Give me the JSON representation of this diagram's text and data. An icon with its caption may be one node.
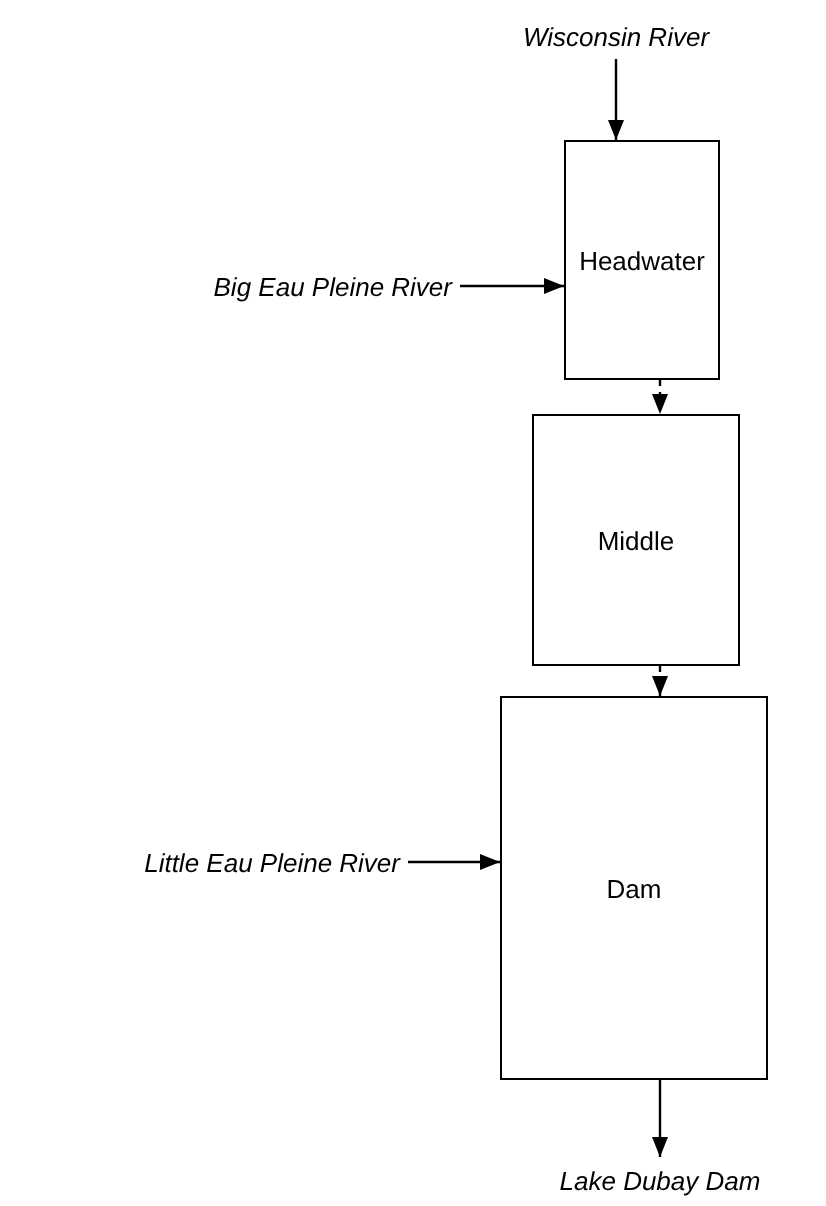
{
  "diagram": {
    "nodes": [
      {
        "text": [
          "Wisconsin River"
        ]
      },
      {
        "text": [
          "Headwater"
        ]
      },
      {
        "text": [
          "Big Eau Pleine River"
        ]
      },
      {
        "text": [
          "Middle"
        ]
      },
      {
        "text": [
          "Little Eau Pleine River"
        ]
      },
      {
        "text": [
          "Dam"
        ]
      },
      {
        "text": [
          "Lake Dubay Dam"
        ]
      }
    ],
    "edges": [
      {
        "from": 0,
        "to": 1,
        "arrow": "to"
      },
      {
        "from": 2,
        "to": 1,
        "arrow": "to"
      },
      {
        "from": 1,
        "to": 3,
        "arrow": "to",
        "style": "dashed"
      },
      {
        "from": 3,
        "to": 5,
        "arrow": "to",
        "style": "dashed"
      },
      {
        "from": 4,
        "to": 5,
        "arrow": "to"
      },
      {
        "from": 5,
        "to": 6,
        "arrow": "to"
      }
    ]
  }
}
